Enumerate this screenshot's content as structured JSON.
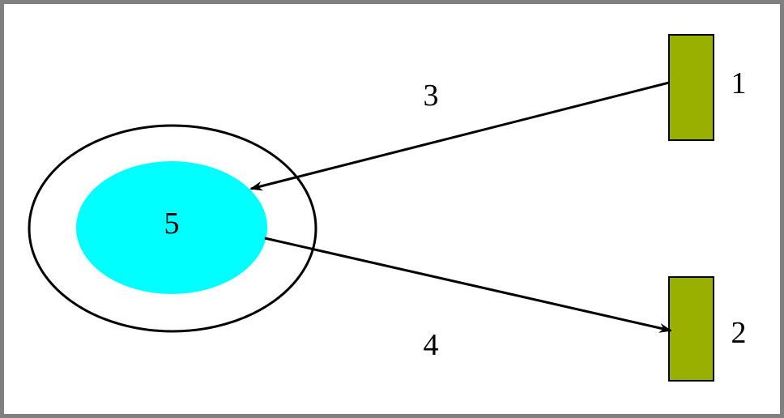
{
  "diagram": {
    "labels": {
      "block_top": "1",
      "block_bottom": "2",
      "arrow_top": "3",
      "arrow_bottom": "4",
      "center": "5"
    },
    "colors": {
      "frame": "#808080",
      "block_fill": "#9ab000",
      "inner_ellipse_fill": "#00ffff",
      "stroke": "#000000",
      "background": "#ffffff"
    }
  }
}
